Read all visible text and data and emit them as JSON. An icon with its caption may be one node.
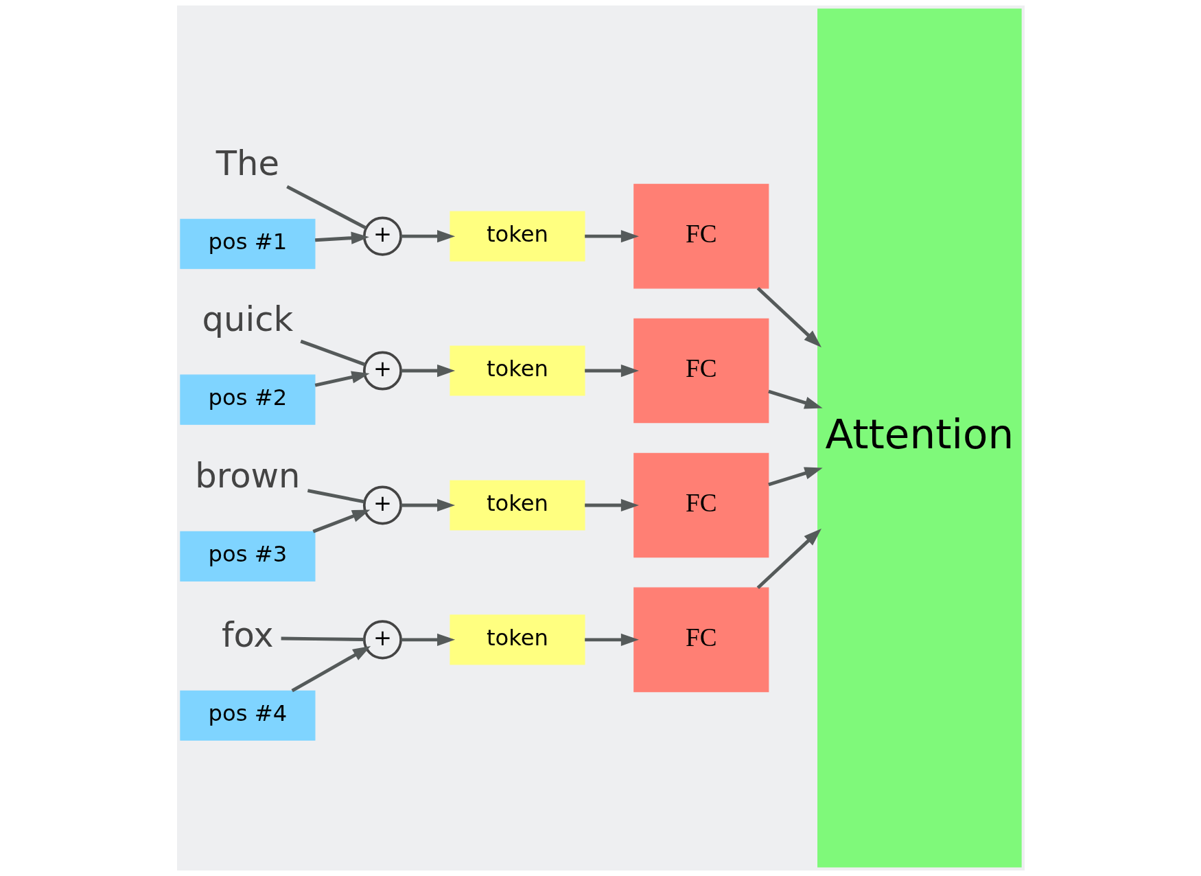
{
  "diagram": {
    "nodes": [
      {
        "text": [
          "The"
        ]
      },
      {
        "text": [
          "+"
        ]
      },
      {
        "text": [
          "token"
        ]
      },
      {
        "text": [
          "FC"
        ]
      },
      {
        "text": [
          "pos #1"
        ]
      },
      {
        "text": [
          "quick"
        ]
      },
      {
        "text": [
          "+"
        ]
      },
      {
        "text": [
          "token"
        ]
      },
      {
        "text": [
          "FC"
        ]
      },
      {
        "text": [
          "pos #2"
        ]
      },
      {
        "text": [
          "brown"
        ]
      },
      {
        "text": [
          "+"
        ]
      },
      {
        "text": [
          "token"
        ]
      },
      {
        "text": [
          "FC"
        ]
      },
      {
        "text": [
          "pos #3"
        ]
      },
      {
        "text": [
          "fox"
        ]
      },
      {
        "text": [
          "+"
        ]
      },
      {
        "text": [
          "token"
        ]
      },
      {
        "text": [
          "FC"
        ]
      },
      {
        "text": [
          "pos #4"
        ]
      },
      {
        "text": [
          "Attention"
        ]
      }
    ],
    "edges": [
      {
        "from": 0,
        "to": 1,
        "arrow": "none"
      },
      {
        "from": 4,
        "to": 1,
        "arrow": "to"
      },
      {
        "from": 1,
        "to": 2,
        "arrow": "to"
      },
      {
        "from": 2,
        "to": 3,
        "arrow": "to"
      },
      {
        "from": 3,
        "to": 20,
        "arrow": "to"
      },
      {
        "from": 5,
        "to": 6,
        "arrow": "none"
      },
      {
        "from": 9,
        "to": 6,
        "arrow": "to"
      },
      {
        "from": 6,
        "to": 7,
        "arrow": "to"
      },
      {
        "from": 7,
        "to": 8,
        "arrow": "to"
      },
      {
        "from": 8,
        "to": 20,
        "arrow": "to"
      },
      {
        "from": 10,
        "to": 11,
        "arrow": "none"
      },
      {
        "from": 14,
        "to": 11,
        "arrow": "to"
      },
      {
        "from": 11,
        "to": 12,
        "arrow": "to"
      },
      {
        "from": 12,
        "to": 13,
        "arrow": "to"
      },
      {
        "from": 13,
        "to": 20,
        "arrow": "to"
      },
      {
        "from": 15,
        "to": 16,
        "arrow": "none"
      },
      {
        "from": 19,
        "to": 16,
        "arrow": "to"
      },
      {
        "from": 16,
        "to": 17,
        "arrow": "to"
      },
      {
        "from": 17,
        "to": 18,
        "arrow": "to"
      },
      {
        "from": 18,
        "to": 20,
        "arrow": "to"
      }
    ]
  }
}
